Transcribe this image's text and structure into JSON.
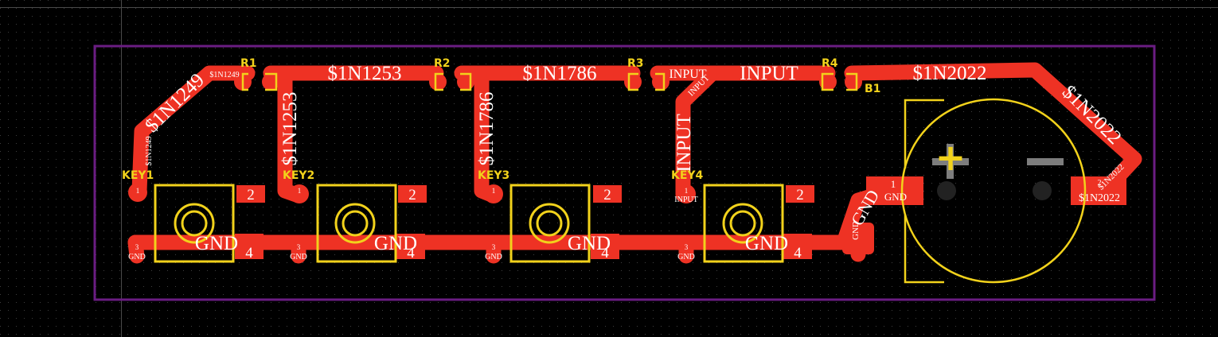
{
  "colors": {
    "background": "#000000",
    "grid": "#4a4a4a",
    "board_outline": "#6a1d82",
    "copper": "#ee3224",
    "silkscreen": "#f2d21b",
    "text": "#ffffff",
    "hole": "#222222",
    "polarity": "#7d7d7d"
  },
  "nets": {
    "n1249": "$1N1249",
    "n1253": "$1N1253",
    "n1786": "$1N1786",
    "input": "INPUT",
    "n2022": "$1N2022",
    "gnd": "GND"
  },
  "refs": {
    "r1": "R1",
    "r2": "R2",
    "r3": "R3",
    "r4": "R4",
    "b1": "B1",
    "key1": "KEY1",
    "key2": "KEY2",
    "key3": "KEY3",
    "key4": "KEY4"
  },
  "pins": {
    "one": "1",
    "two": "2",
    "three": "3",
    "four": "4"
  },
  "polarity": {
    "plus": "+",
    "minus": "−"
  }
}
